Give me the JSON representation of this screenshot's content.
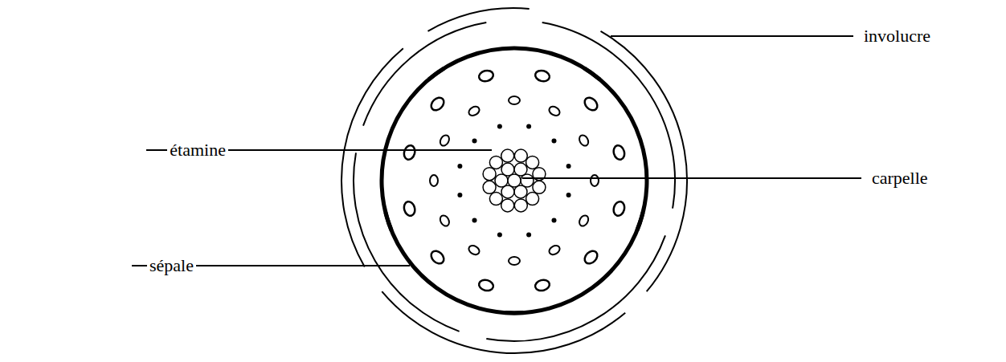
{
  "diagram": {
    "labels": [
      "involucre",
      "étamine",
      "carpelle",
      "sépale"
    ]
  }
}
